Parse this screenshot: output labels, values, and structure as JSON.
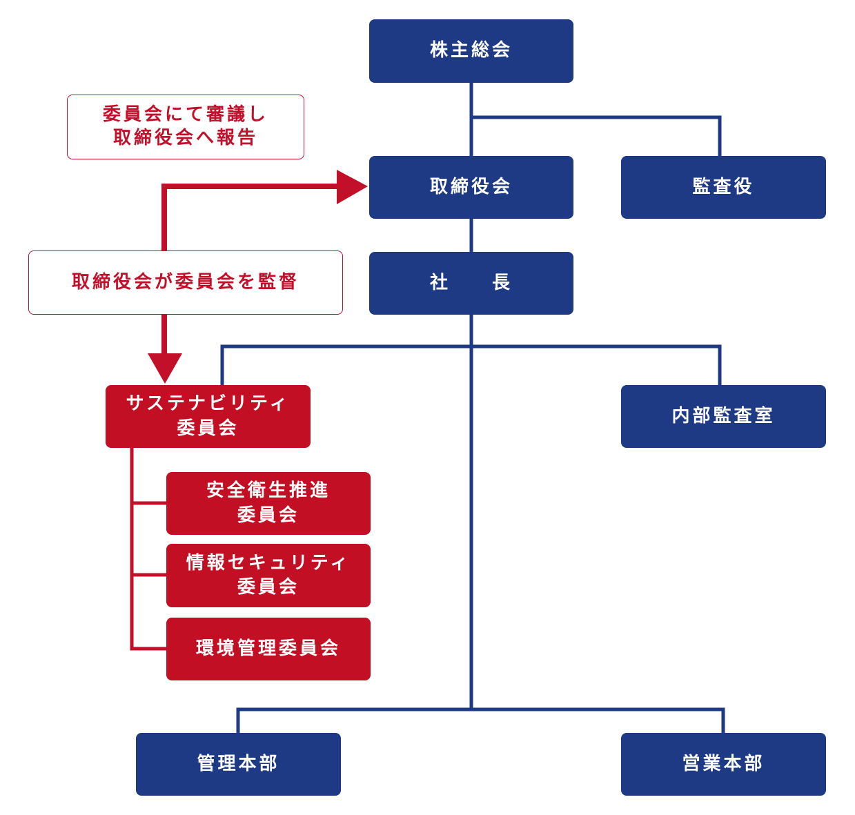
{
  "colors": {
    "navy": "#1f3a85",
    "red": "#c30f23",
    "line_navy": "#1f3a85",
    "line_red": "#c3102a"
  },
  "nodes": {
    "shareholders_meeting": "株主総会",
    "board_of_directors": "取締役会",
    "auditor": "監査役",
    "president": "社　　長",
    "internal_audit_office": "内部監査室",
    "sustainability_committee": {
      "line1": "サステナビリティ",
      "line2": "委員会"
    },
    "safety_health_committee": {
      "line1": "安全衛生推進",
      "line2": "委員会"
    },
    "info_security_committee": {
      "line1": "情報セキュリティ",
      "line2": "委員会"
    },
    "environmental_committee": "環境管理委員会",
    "administration_division": "管理本部",
    "sales_division": "営業本部"
  },
  "notes": {
    "committee_report": {
      "line1": "委員会にて審議し",
      "line2": "取締役会へ報告"
    },
    "board_supervises": "取締役会が委員会を監督"
  }
}
